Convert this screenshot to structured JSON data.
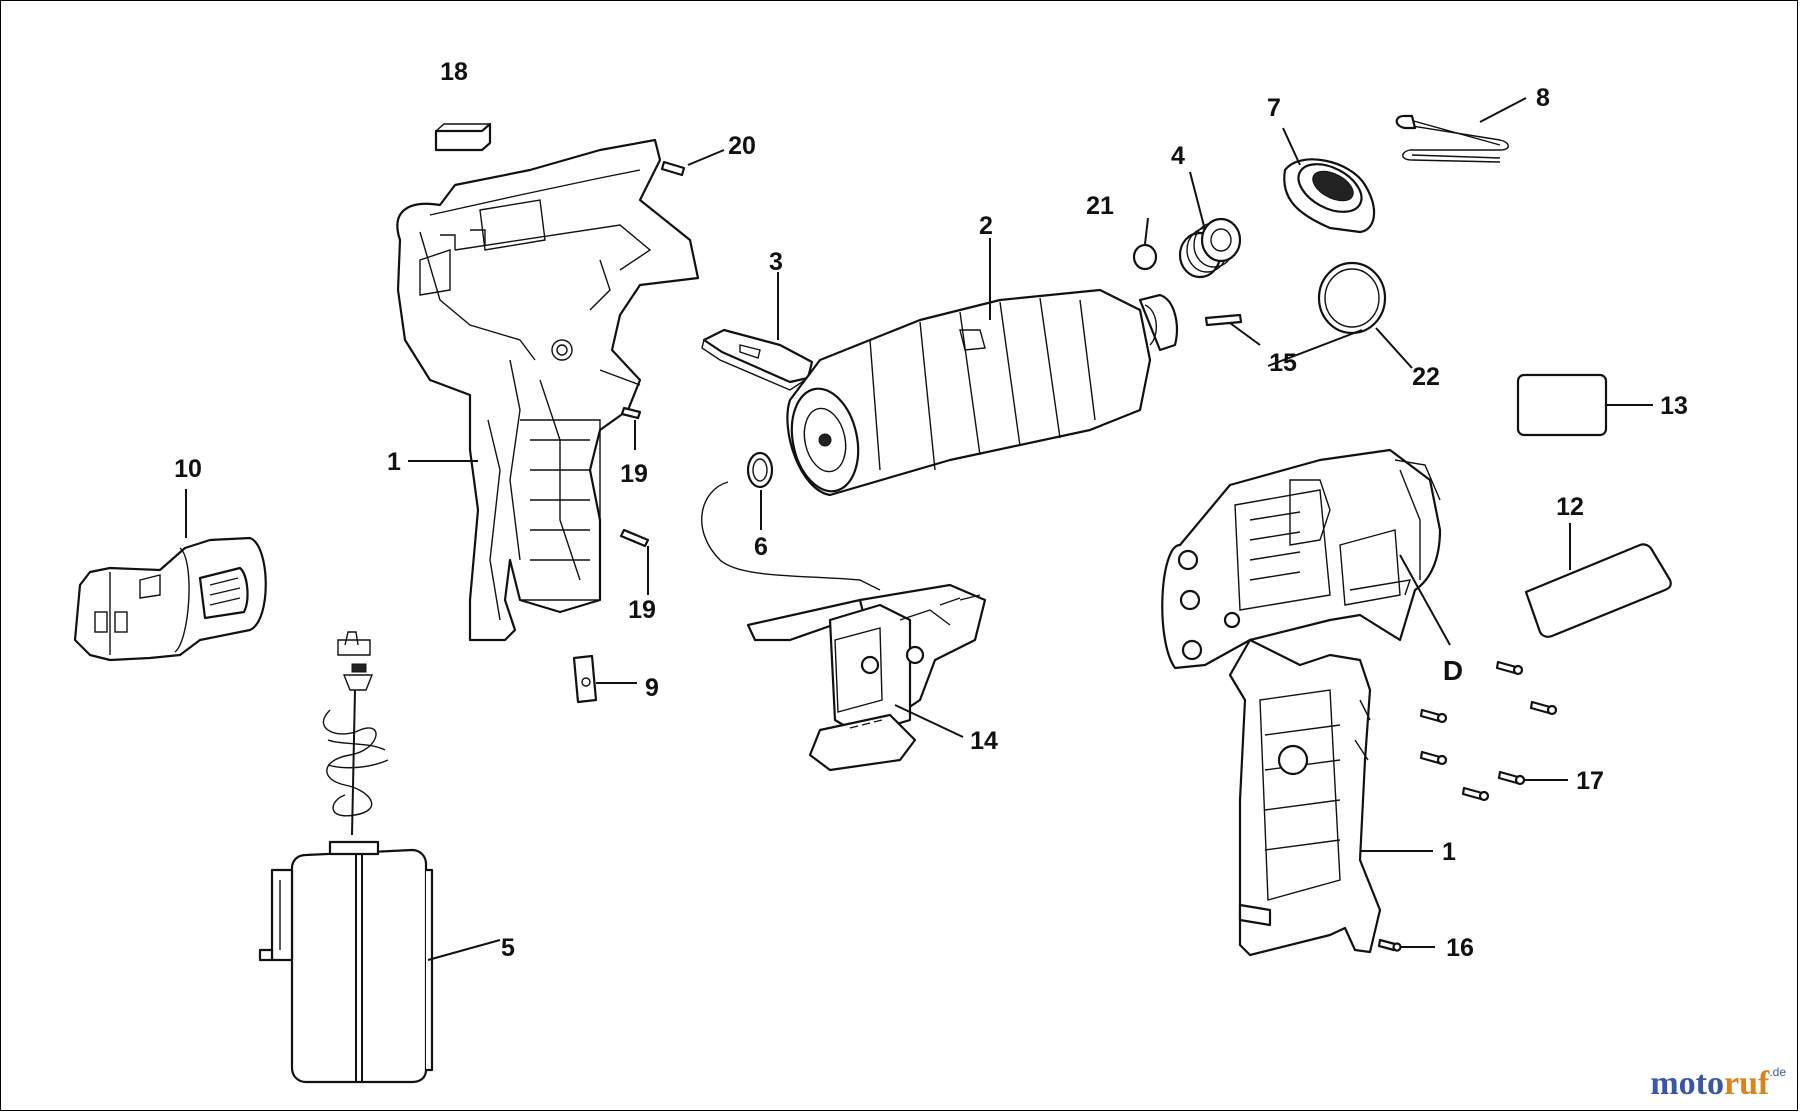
{
  "diagram": {
    "callouts": {
      "c1a": "1",
      "c1b": "1",
      "c2": "2",
      "c3": "3",
      "c4": "4",
      "c5": "5",
      "c6": "6",
      "c7": "7",
      "c8": "8",
      "c9": "9",
      "c10": "10",
      "c12": "12",
      "c13": "13",
      "c14": "14",
      "c15": "15",
      "c16": "16",
      "c17": "17",
      "c18": "18",
      "c19a": "19",
      "c19b": "19",
      "c20": "20",
      "c21": "21",
      "c22": "22",
      "cD": "D"
    }
  },
  "watermark": {
    "part1": "moto",
    "part2": "ruf",
    "suffix": ".de"
  },
  "colors": {
    "watermark_blue": "#3b56a8",
    "watermark_orange": "#d9831f"
  }
}
